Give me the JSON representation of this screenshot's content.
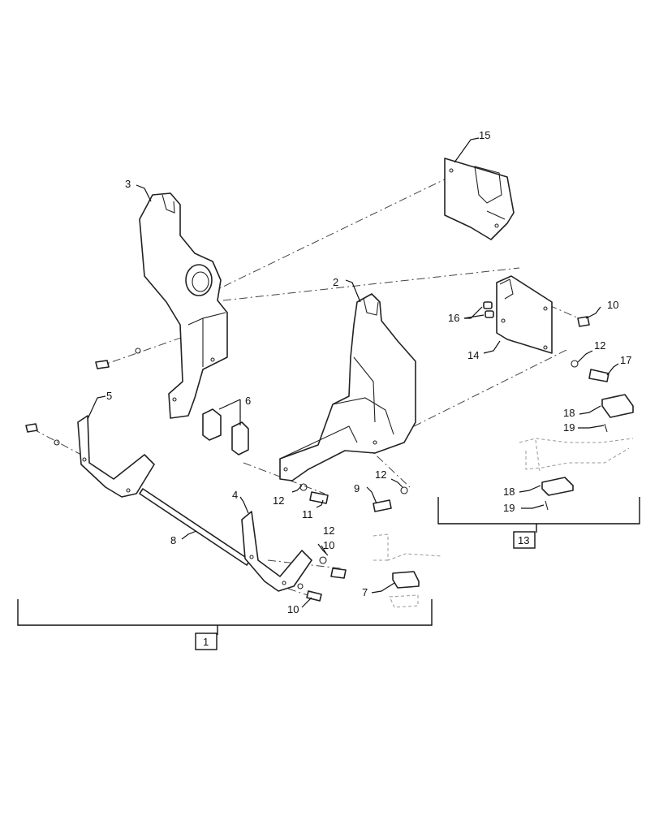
{
  "callouts": {
    "c1": "1",
    "c2": "2",
    "c3": "3",
    "c4": "4",
    "c5": "5",
    "c6": "6",
    "c7": "7",
    "c8": "8",
    "c9": "9",
    "c10a": "10",
    "c10b": "10",
    "c10c": "10",
    "c11": "11",
    "c12a": "12",
    "c12b": "12",
    "c12c": "12",
    "c12d": "12",
    "c13": "13",
    "c14": "14",
    "c15": "15",
    "c16": "16",
    "c17": "17",
    "c18a": "18",
    "c18b": "18",
    "c19a": "19",
    "c19b": "19"
  }
}
